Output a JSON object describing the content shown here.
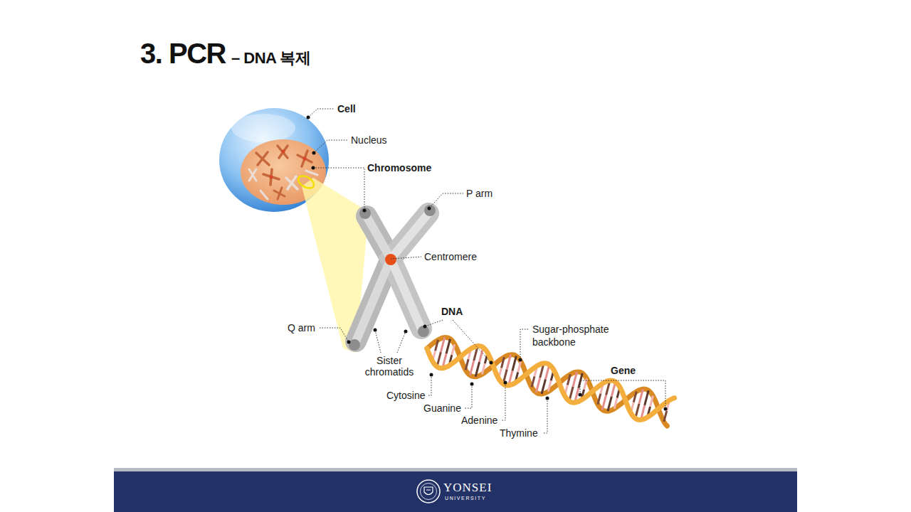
{
  "diagram": {
    "title": "3. PCR",
    "labels": [
      "– DNA 복제",
      "Cell",
      "Nucleus",
      "Chromosome",
      "P arm",
      "Centromere",
      "Q arm",
      "DNA",
      "Sugar-phosphate backbone",
      "Gene",
      "Sister chromatids",
      "Cytosine",
      "Guanine",
      "Adenine",
      "Thymine",
      "YONSEI",
      "UNIVERSITY"
    ]
  }
}
